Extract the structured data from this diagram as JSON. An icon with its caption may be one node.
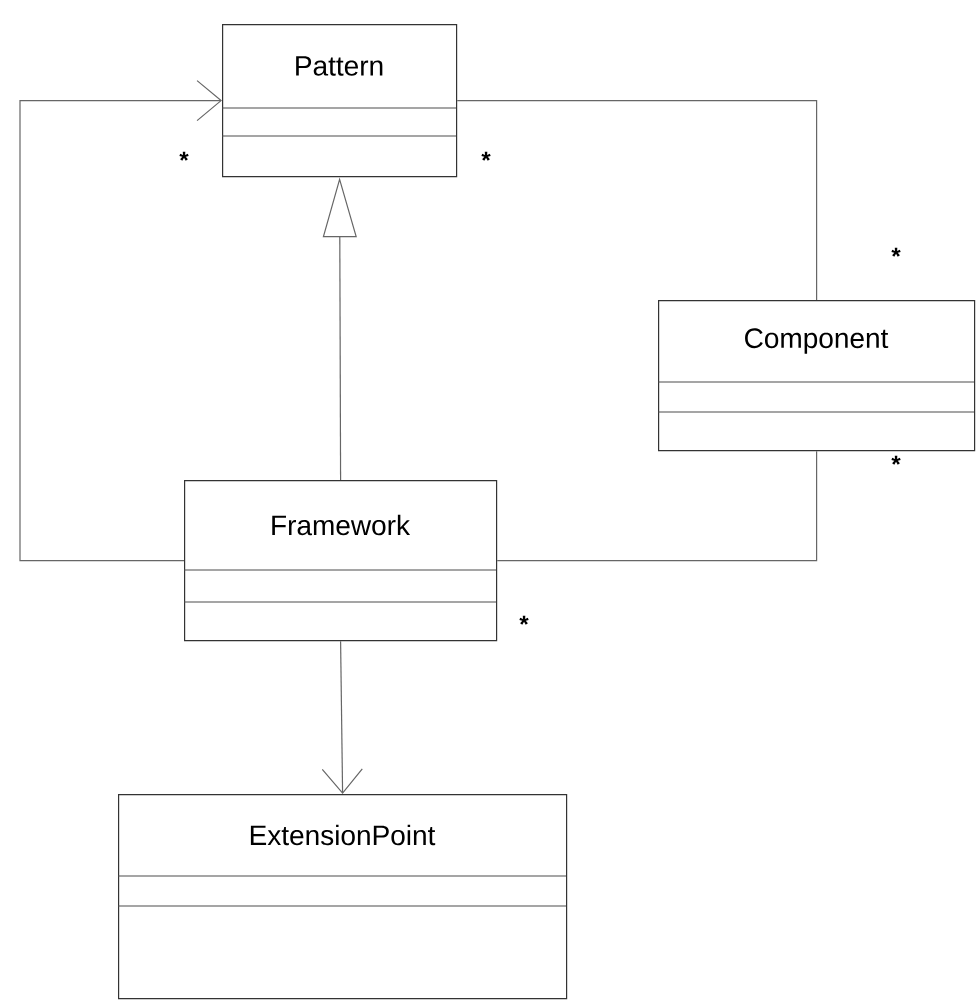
{
  "diagram": {
    "nodes": [
      {
        "text": [
          "Pattern"
        ]
      },
      {
        "text": [
          "Component"
        ]
      },
      {
        "text": [
          "Framework"
        ]
      },
      {
        "text": [
          "ExtensionPoint"
        ]
      }
    ],
    "edges": [
      {
        "from": 2,
        "to": 0,
        "arrow": "to"
      },
      {
        "from": 2,
        "to": 0,
        "arrow": "to"
      },
      {
        "from": 0,
        "to": 1,
        "arrow": "none"
      },
      {
        "from": 2,
        "to": 1,
        "arrow": "none"
      },
      {
        "from": 2,
        "to": 3,
        "arrow": "to"
      }
    ],
    "labels": [
      "*",
      "*",
      "*",
      "*",
      "*"
    ]
  }
}
